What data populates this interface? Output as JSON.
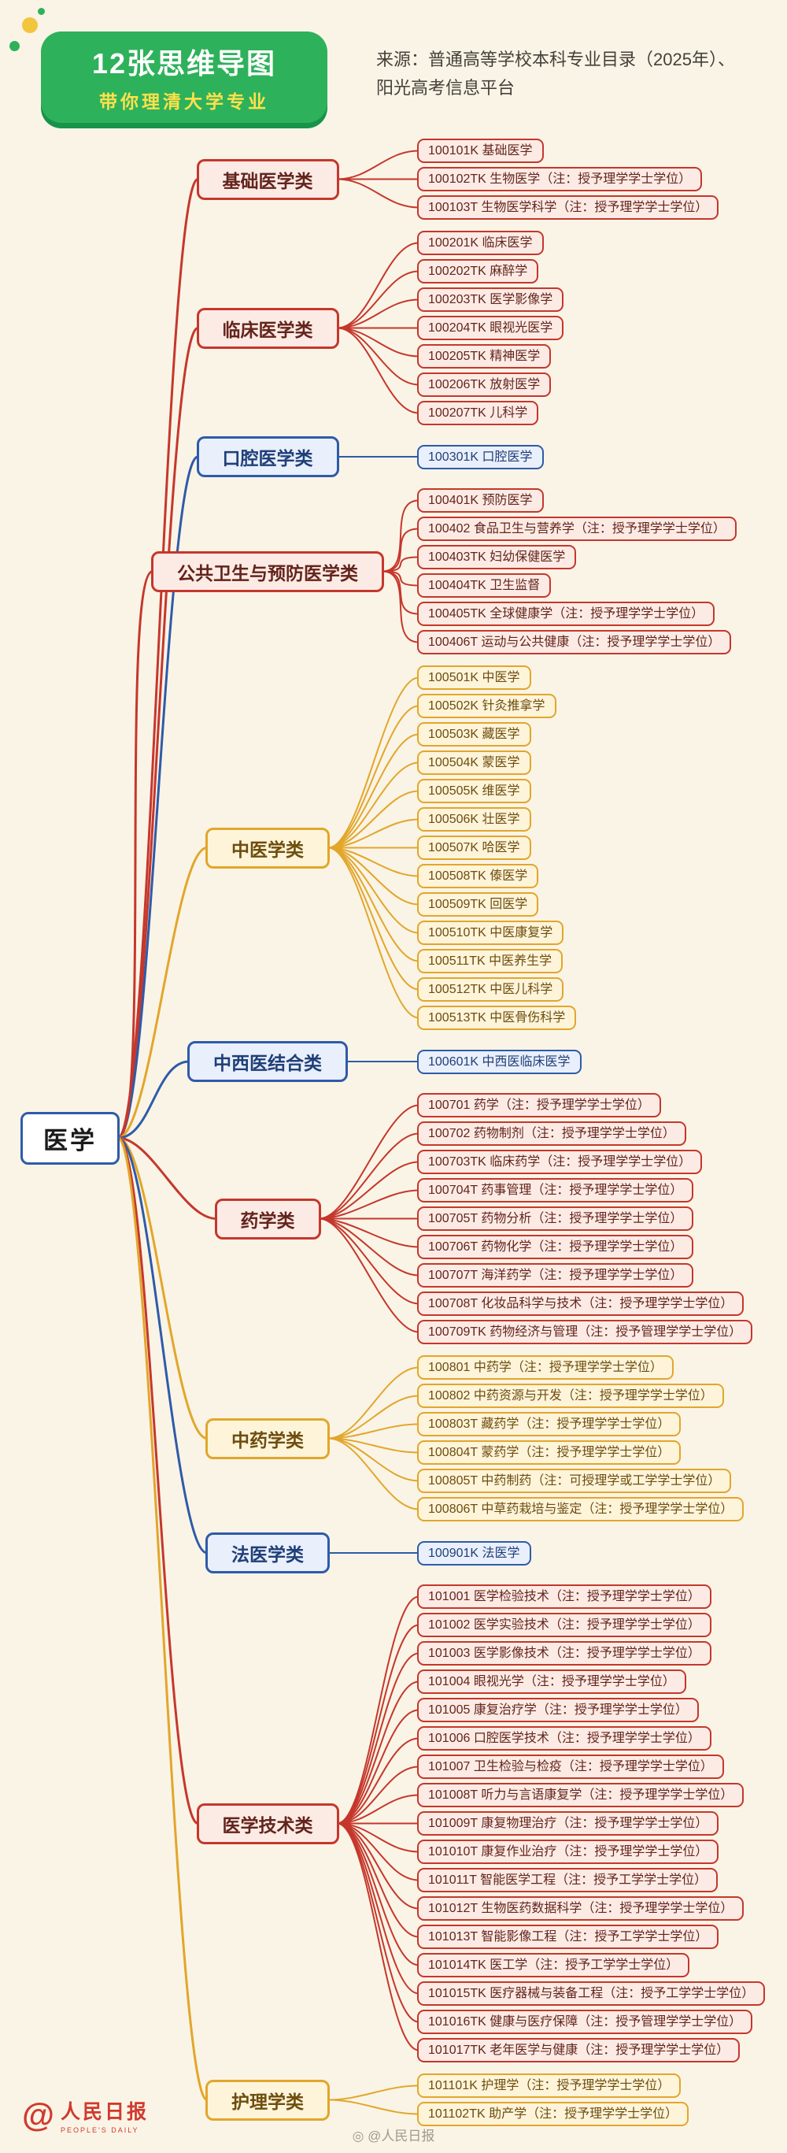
{
  "page": {
    "background": "#faf4e6"
  },
  "header": {
    "badge_line1": "12张思维导图",
    "badge_line2": "带你理清大学专业",
    "source_line1": "来源：普通高等学校本科专业目录（2025年）、",
    "source_line2": "阳光高考信息平台"
  },
  "root": {
    "label": "医学"
  },
  "palette": {
    "red": {
      "line": "#c5372c",
      "border": "#c5372c",
      "fill": "#fcebe5",
      "text": "#63241c"
    },
    "blue": {
      "line": "#2e5ba9",
      "border": "#2e5ba9",
      "fill": "#e9effb",
      "text": "#1f3f78"
    },
    "yellow": {
      "line": "#e2a62b",
      "border": "#e2a62b",
      "fill": "#fdf4da",
      "text": "#6e4d0d"
    }
  },
  "groups": [
    {
      "key": "basic-medicine",
      "label": "基础医学类",
      "color": "red",
      "items": [
        "100101K 基础医学",
        "100102TK 生物医学（注：授予理学学士学位）",
        "100103T 生物医学科学（注：授予理学学士学位）"
      ]
    },
    {
      "key": "clinical-medicine",
      "label": "临床医学类",
      "color": "red",
      "items": [
        "100201K 临床医学",
        "100202TK 麻醉学",
        "100203TK 医学影像学",
        "100204TK 眼视光医学",
        "100205TK 精神医学",
        "100206TK 放射医学",
        "100207TK 儿科学"
      ]
    },
    {
      "key": "stomatology",
      "label": "口腔医学类",
      "color": "blue",
      "items": [
        "100301K 口腔医学"
      ]
    },
    {
      "key": "public-health",
      "label": "公共卫生与预防医学类",
      "color": "red",
      "items": [
        "100401K 预防医学",
        "100402 食品卫生与营养学（注：授予理学学士学位）",
        "100403TK 妇幼保健医学",
        "100404TK 卫生监督",
        "100405TK 全球健康学（注：授予理学学士学位）",
        "100406T 运动与公共健康（注：授予理学学士学位）"
      ]
    },
    {
      "key": "tcm",
      "label": "中医学类",
      "color": "yellow",
      "items": [
        "100501K 中医学",
        "100502K 针灸推拿学",
        "100503K 藏医学",
        "100504K 蒙医学",
        "100505K 维医学",
        "100506K 壮医学",
        "100507K 哈医学",
        "100508TK 傣医学",
        "100509TK 回医学",
        "100510TK 中医康复学",
        "100511TK 中医养生学",
        "100512TK 中医儿科学",
        "100513TK 中医骨伤科学"
      ]
    },
    {
      "key": "integrated-medicine",
      "label": "中西医结合类",
      "color": "blue",
      "items": [
        "100601K 中西医临床医学"
      ]
    },
    {
      "key": "pharmacy",
      "label": "药学类",
      "color": "red",
      "items": [
        "100701 药学（注：授予理学学士学位）",
        "100702 药物制剂（注：授予理学学士学位）",
        "100703TK 临床药学（注：授予理学学士学位）",
        "100704T 药事管理（注：授予理学学士学位）",
        "100705T 药物分析（注：授予理学学士学位）",
        "100706T 药物化学（注：授予理学学士学位）",
        "100707T 海洋药学（注：授予理学学士学位）",
        "100708T 化妆品科学与技术（注：授予理学学士学位）",
        "100709TK 药物经济与管理（注：授予管理学学士学位）"
      ]
    },
    {
      "key": "tcm-pharmacy",
      "label": "中药学类",
      "color": "yellow",
      "items": [
        "100801 中药学（注：授予理学学士学位）",
        "100802 中药资源与开发（注：授予理学学士学位）",
        "100803T 藏药学（注：授予理学学士学位）",
        "100804T 蒙药学（注：授予理学学士学位）",
        "100805T 中药制药（注：可授理学或工学学士学位）",
        "100806T 中草药栽培与鉴定（注：授予理学学士学位）"
      ]
    },
    {
      "key": "forensic-medicine",
      "label": "法医学类",
      "color": "blue",
      "items": [
        "100901K 法医学"
      ]
    },
    {
      "key": "medical-technology",
      "label": "医学技术类",
      "color": "red",
      "items": [
        "101001 医学检验技术（注：授予理学学士学位）",
        "101002 医学实验技术（注：授予理学学士学位）",
        "101003 医学影像技术（注：授予理学学士学位）",
        "101004 眼视光学（注：授予理学学士学位）",
        "101005 康复治疗学（注：授予理学学士学位）",
        "101006 口腔医学技术（注：授予理学学士学位）",
        "101007 卫生检验与检疫（注：授予理学学士学位）",
        "101008T 听力与言语康复学（注：授予理学学士学位）",
        "101009T 康复物理治疗（注：授予理学学士学位）",
        "101010T 康复作业治疗（注：授予理学学士学位）",
        "101011T 智能医学工程（注：授予工学学士学位）",
        "101012T 生物医药数据科学（注：授予理学学士学位）",
        "101013T 智能影像工程（注：授予工学学士学位）",
        "101014TK 医工学（注：授予工学学士学位）",
        "101015TK 医疗器械与装备工程（注：授予工学学士学位）",
        "101016TK 健康与医疗保障（注：授予管理学学士学位）",
        "101017TK 老年医学与健康（注：授予理学学士学位）"
      ]
    },
    {
      "key": "nursing",
      "label": "护理学类",
      "color": "yellow",
      "items": [
        "101101K 护理学（注：授予理学学士学位）",
        "101102TK 助产学（注：授予理学学士学位）"
      ]
    }
  ],
  "footer": {
    "logo_at": "@",
    "logo_text": "人民日报",
    "logo_sub": "PEOPLE'S DAILY",
    "watermark_icon": "◎",
    "watermark": "@人民日报"
  }
}
